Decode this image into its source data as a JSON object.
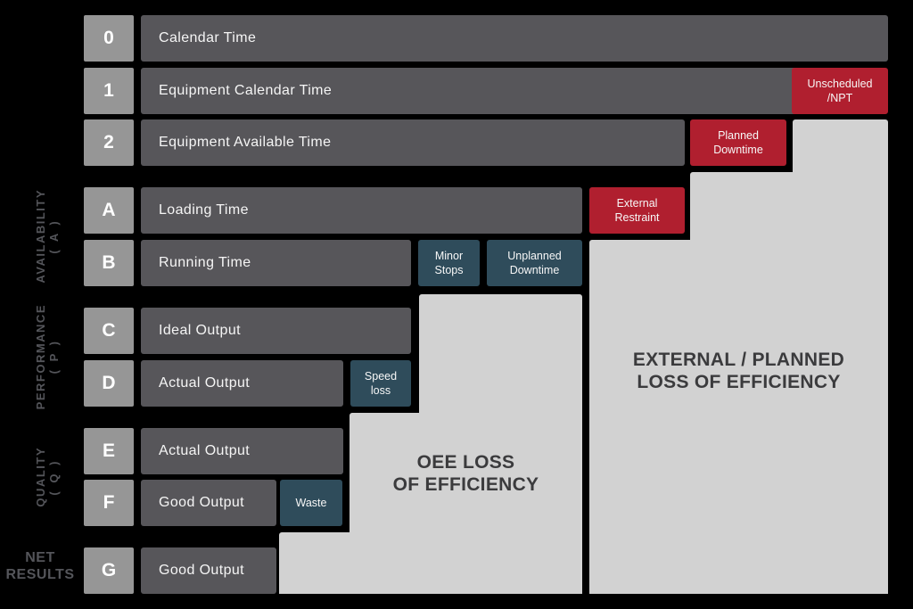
{
  "diagram": {
    "title_oee_panel": {
      "line1": "OEE LOSS",
      "line2": "OF EFFICIENCY"
    },
    "title_external_panel": {
      "line1": "EXTERNAL / PLANNED",
      "line2": "LOSS OF EFFICIENCY"
    },
    "rows": [
      {
        "code": "0",
        "label": "Calendar Time"
      },
      {
        "code": "1",
        "label": "Equipment Calendar Time"
      },
      {
        "code": "2",
        "label": "Equipment Available Time"
      },
      {
        "code": "A",
        "label": "Loading Time"
      },
      {
        "code": "B",
        "label": "Running Time"
      },
      {
        "code": "C",
        "label": "Ideal Output"
      },
      {
        "code": "D",
        "label": "Actual Output"
      },
      {
        "code": "E",
        "label": "Actual Output"
      },
      {
        "code": "F",
        "label": "Good Output"
      },
      {
        "code": "G",
        "label": "Good Output"
      }
    ],
    "losses": {
      "unscheduled": {
        "label": "Unscheduled /NPT",
        "color": "#b01f2f"
      },
      "planned_downtime": {
        "label": "Planned Downtime",
        "color": "#b01f2f"
      },
      "external_restraint": {
        "label": "External Restraint",
        "color": "#b01f2f"
      },
      "minor_stops": {
        "label": "Minor Stops",
        "color": "#2f4c5b"
      },
      "unplanned_downtime": {
        "label": "Unplanned Downtime",
        "color": "#2f4c5b"
      },
      "speed_loss": {
        "label": "Speed loss",
        "color": "#2f4c5b"
      },
      "waste": {
        "label": "Waste",
        "color": "#2f4c5b"
      }
    },
    "side_labels": {
      "availability": {
        "line1": "AVAILABILITY",
        "line2": "( A )"
      },
      "performance": {
        "line1": "PERFORMANCE",
        "line2": "( P )"
      },
      "quality": {
        "line1": "QUALITY",
        "line2": "( Q )"
      },
      "net_results": {
        "line1": "NET",
        "line2": "RESULTS"
      }
    },
    "colors": {
      "background": "#000000",
      "row_square": "#969696",
      "row_bar": "#57565a",
      "loss_red": "#b01f2f",
      "loss_slate": "#2f4c5b",
      "efficiency_panel": "#d2d2d2",
      "panel_text": "#3b3b3d",
      "side_label_text": "#54555a",
      "bar_text": "#f5f5f5"
    }
  }
}
